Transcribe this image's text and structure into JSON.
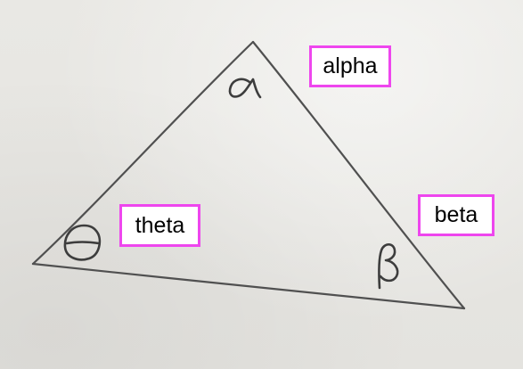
{
  "labels": {
    "alpha": "alpha",
    "beta": "beta",
    "theta": "theta"
  },
  "colors": {
    "label_border": "#ee46ee",
    "label_fill": "#ffffff",
    "pencil": "#505050",
    "paper": "#e6e5e1"
  }
}
